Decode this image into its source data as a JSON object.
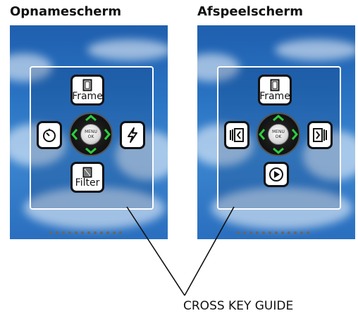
{
  "left_screen": {
    "title": "Opnamescherm",
    "top_key": {
      "label": "Frame",
      "icon": "frame-icon"
    },
    "bottom_key": {
      "label": "Filter",
      "icon": "filter-icon"
    },
    "left_key": {
      "icon": "self-timer-icon"
    },
    "right_key": {
      "icon": "flash-icon"
    },
    "center_button": {
      "line1": "MENU",
      "line2": "OK"
    }
  },
  "right_screen": {
    "title": "Afspeelscherm",
    "top_key": {
      "label": "Frame",
      "icon": "frame-icon"
    },
    "left_key": {
      "icon": "previous-image-icon"
    },
    "right_key": {
      "icon": "next-image-icon"
    },
    "bottom_key": {
      "icon": "play-icon"
    },
    "center_button": {
      "line1": "MENU",
      "line2": "OK"
    }
  },
  "caption": "CROSS KEY GUIDE",
  "colors": {
    "sky": "#2a74c4",
    "guide_border": "#ffffff",
    "dial_arrows": "#2ecc40"
  }
}
